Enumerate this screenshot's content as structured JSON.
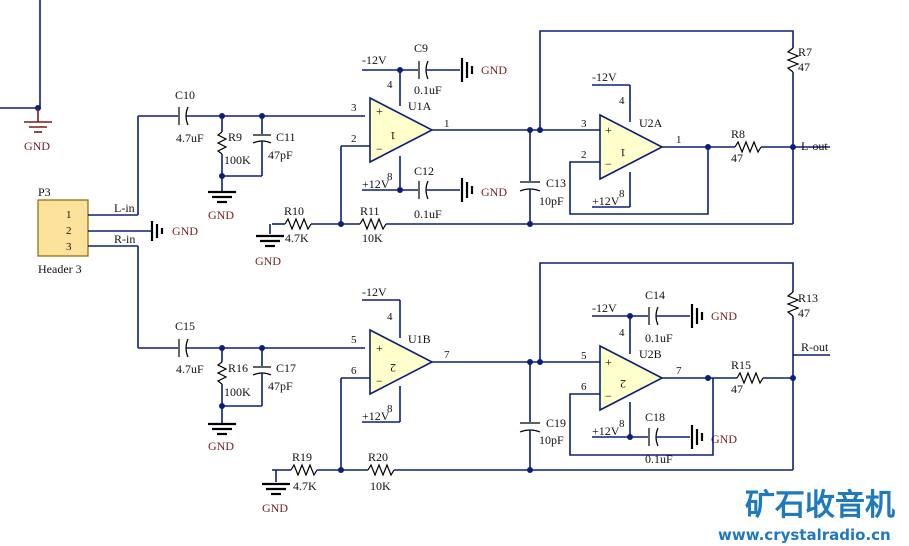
{
  "gnd": "GND",
  "connector": {
    "ref": "P3",
    "name": "Header 3",
    "pins": [
      "1",
      "2",
      "3"
    ],
    "l_in": "L-in",
    "r_in": "R-in"
  },
  "ch_left": {
    "c_in": {
      "ref": "C10",
      "val": "4.7uF"
    },
    "r_bias": {
      "ref": "R9",
      "val": "100K"
    },
    "c_filt": {
      "ref": "C11",
      "val": "47pF"
    },
    "amp1": {
      "ref": "U1A",
      "in_plus": "3",
      "in_minus": "2",
      "out": "1",
      "vneg": "4",
      "vpos": "8",
      "glyph": "1"
    },
    "c_dec1": {
      "ref": "C9",
      "val": "0.1uF"
    },
    "c_dec2": {
      "ref": "C12",
      "val": "0.1uF"
    },
    "r_gnd": {
      "ref": "R10",
      "val": "4.7K"
    },
    "r_fb": {
      "ref": "R11",
      "val": "10K"
    },
    "c_comp": {
      "ref": "C13",
      "val": "10pF"
    },
    "amp2": {
      "ref": "U2A",
      "in_plus": "3",
      "in_minus": "2",
      "out": "1",
      "vneg": "4",
      "vpos": "8",
      "glyph": "1"
    },
    "r_out": {
      "ref": "R8",
      "val": "47"
    },
    "r_top": {
      "ref": "R7",
      "val": "47"
    },
    "out_label": "L-out"
  },
  "ch_right": {
    "c_in": {
      "ref": "C15",
      "val": "4.7uF"
    },
    "r_bias": {
      "ref": "R16",
      "val": "100K"
    },
    "c_filt": {
      "ref": "C17",
      "val": "47pF"
    },
    "amp1": {
      "ref": "U1B",
      "in_plus": "5",
      "in_minus": "6",
      "out": "7",
      "vneg": "4",
      "vpos": "8",
      "glyph": "2"
    },
    "r_gnd": {
      "ref": "R19",
      "val": "4.7K"
    },
    "r_fb": {
      "ref": "R20",
      "val": "10K"
    },
    "c_comp": {
      "ref": "C19",
      "val": "10pF"
    },
    "amp2": {
      "ref": "U2B",
      "in_plus": "5",
      "in_minus": "6",
      "out": "7",
      "vneg": "4",
      "vpos": "8",
      "glyph": "2"
    },
    "c_dec1": {
      "ref": "C14",
      "val": "0.1uF"
    },
    "c_dec2": {
      "ref": "C18",
      "val": "0.1uF"
    },
    "r_out": {
      "ref": "R15",
      "val": "47"
    },
    "r_top": {
      "ref": "R13",
      "val": "47"
    },
    "out_label": "R-out"
  },
  "supply": {
    "neg": "-12V",
    "pos": "+12V"
  },
  "signs": {
    "plus": "+",
    "minus": "−"
  },
  "watermark": {
    "brand": "矿石收音机",
    "url": "www.crystalradio.cn"
  }
}
